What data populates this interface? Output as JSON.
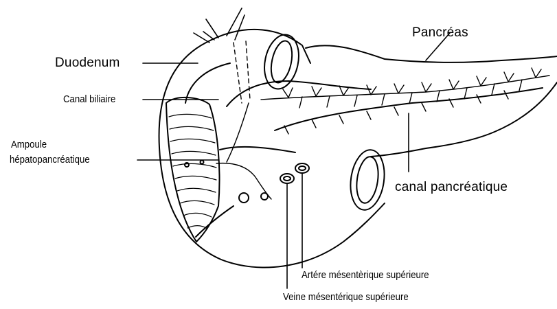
{
  "labels": {
    "pancreas": "Pancréas",
    "duodenum": "Duodenum",
    "canal_biliaire": "Canal biliaire",
    "ampoule_line1": "Ampoule",
    "ampoule_line2": "hépatopancréatique",
    "canal_pancreatique": "canal pancréatique",
    "artere": "Artére mésentèrique supérieure",
    "veine": "Veine mésentérique supérieure"
  },
  "colors": {
    "line": "#000000",
    "background": "#ffffff"
  }
}
